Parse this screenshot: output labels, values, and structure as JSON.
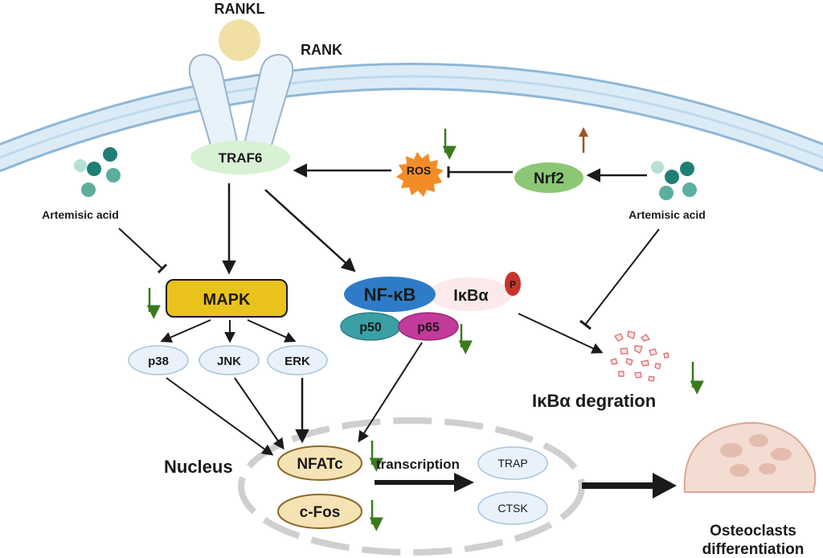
{
  "labels": {
    "rankl": "RANKL",
    "rank": "RANK",
    "traf6": "TRAF6",
    "ros": "ROS",
    "nrf2": "Nrf2",
    "artemisic_left": "Artemisic acid",
    "artemisic_right": "Artemisic acid",
    "mapk": "MAPK",
    "p38": "p38",
    "jnk": "JNK",
    "erk": "ERK",
    "nfkb": "NF-κB",
    "ikba": "IκBα",
    "phospho": "P",
    "p50": "p50",
    "p65": "p65",
    "ikba_degradation": "IκBα degration",
    "nucleus": "Nucleus",
    "nfatc": "NFATc",
    "cfos": "c-Fos",
    "transcription": "transcription",
    "trap": "TRAP",
    "ctsk": "CTSK",
    "osteoclasts_line1": "Osteoclasts",
    "osteoclasts_line2": "differentiation"
  },
  "colors": {
    "membrane": "#bfd9ec",
    "traf6": "#d8f1d4",
    "nrf2": "#8cc775",
    "ros": "#f28c28",
    "mapk": "#e9c21c",
    "nfkb": "#2e7cc8",
    "ikba": "#fce9ea",
    "phospho": "#c8342c",
    "p50": "#3aa0a6",
    "p65": "#c23a9a",
    "nucleus_factor": "#f5e3b5",
    "gene": "#e9f2fb",
    "down_arrow": "#3a7a1c",
    "up_arrow": "#a4531f",
    "osteoclast": "#f3dcd2"
  },
  "regulation": {
    "ros": "down",
    "nrf2": "up",
    "mapk": "down",
    "p65": "down",
    "ikba_degradation": "down",
    "nfatc": "down",
    "cfos": "down"
  }
}
